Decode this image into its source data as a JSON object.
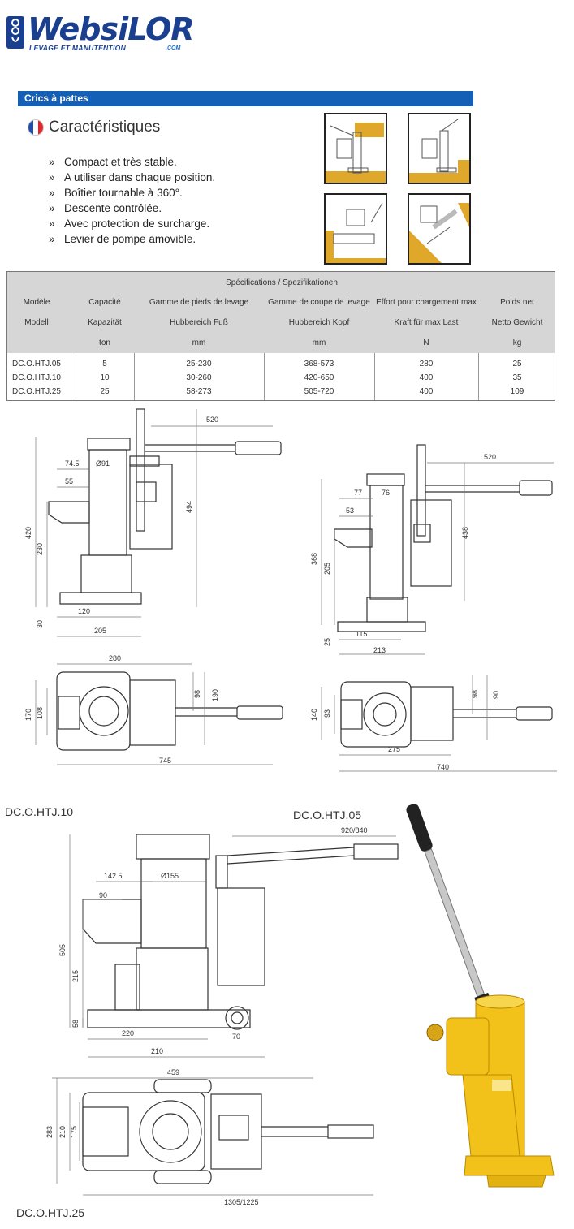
{
  "logo": {
    "brand_part1": "Websi",
    "brand_part2": "lor",
    "tagline": "LEVAGE ET MANUTENTION",
    "domain": ".COM"
  },
  "section_bar": {
    "title": "Crics à pattes"
  },
  "features": {
    "title": "Caractéristiques",
    "items": [
      "Compact et très stable.",
      "A utiliser dans chaque position.",
      "Boîtier tournable à 360°.",
      "Descente contrôlée.",
      "Avec protection de surcharge.",
      "Levier de pompe amovible."
    ]
  },
  "specs": {
    "title": "Spécifications / Spezifikationen",
    "columns": [
      {
        "fr": "Modèle",
        "de": "Modell",
        "unit": ""
      },
      {
        "fr": "Capacité",
        "de": "Kapazität",
        "unit": "ton"
      },
      {
        "fr": "Gamme de pieds de levage",
        "de": "Hubbereich Fuß",
        "unit": "mm"
      },
      {
        "fr": "Gamme de coupe de levage",
        "de": "Hubbereich Kopf",
        "unit": "mm"
      },
      {
        "fr": "Effort pour chargement max",
        "de": "Kraft für max Last",
        "unit": "N"
      },
      {
        "fr": "Poids net",
        "de": "Netto Gewicht",
        "unit": "kg"
      }
    ],
    "rows": [
      [
        "DC.O.HTJ.05",
        "5",
        "25-230",
        "368-573",
        "280",
        "25"
      ],
      [
        "DC.O.HTJ.10",
        "10",
        "30-260",
        "420-650",
        "400",
        "35"
      ],
      [
        "DC.O.HTJ.25",
        "25",
        "58-273",
        "505-720",
        "400",
        "109"
      ]
    ]
  },
  "drawing1": {
    "handle": "520",
    "dia": "Ø91",
    "d745": "74.5",
    "d55": "55",
    "d420": "420",
    "d230": "230",
    "d30": "30",
    "d120": "120",
    "d205": "205",
    "d494": "494",
    "top_len": "280",
    "top_108": "108",
    "top_170": "170",
    "top_98": "98",
    "top_190": "190",
    "top_745": "745"
  },
  "drawing2": {
    "handle": "520",
    "d77": "77",
    "d76": "76",
    "d53": "53",
    "d368": "368",
    "d205": "205",
    "d438": "438",
    "d25": "25",
    "d115": "115",
    "d213": "213",
    "top_140": "140",
    "top_93": "93",
    "top_98": "98",
    "top_190": "190",
    "top_275": "275",
    "top_740": "740"
  },
  "drawing3": {
    "handle": "920/840",
    "d1425": "142.5",
    "dia": "Ø155",
    "d90": "90",
    "d505": "505",
    "d215": "215",
    "d58": "58",
    "d220": "220",
    "d70": "70",
    "d210": "210",
    "top_459": "459",
    "top_283": "283",
    "top_210": "210",
    "top_175": "175",
    "top_len": "1305/1225"
  },
  "labels": {
    "htj10": "DC.O.HTJ.10",
    "htj05": "DC.O.HTJ.05",
    "htj25": "DC.O.HTJ.25"
  },
  "colors": {
    "accent": "#1560b7",
    "yellow": "#f2c21a",
    "thumb_yellow": "#e0a82a"
  }
}
